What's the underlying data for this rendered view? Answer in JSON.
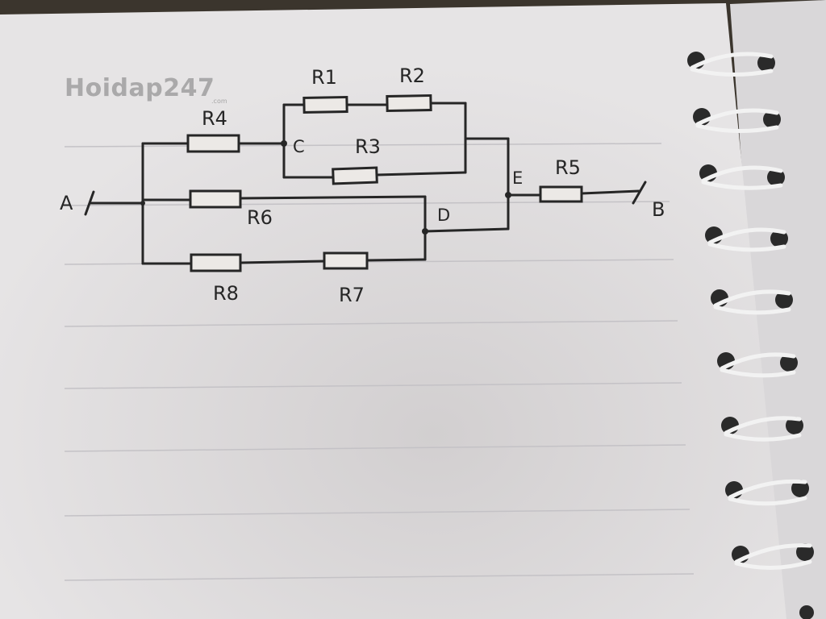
{
  "watermark": {
    "brand": "Hoidap247",
    "suffix": ".com"
  },
  "circuit": {
    "terminals": {
      "a": "A",
      "b": "B"
    },
    "nodes": {
      "c": "C",
      "d": "D",
      "e": "E"
    },
    "resistors": {
      "r1": "R1",
      "r2": "R2",
      "r3": "R3",
      "r4": "R4",
      "r5": "R5",
      "r6": "R6",
      "r7": "R7",
      "r8": "R8"
    }
  },
  "colors": {
    "ink": "#262626",
    "paper": "#e9e7e8",
    "rule": "#c9c7ca",
    "binding": "#2a2a2a"
  }
}
